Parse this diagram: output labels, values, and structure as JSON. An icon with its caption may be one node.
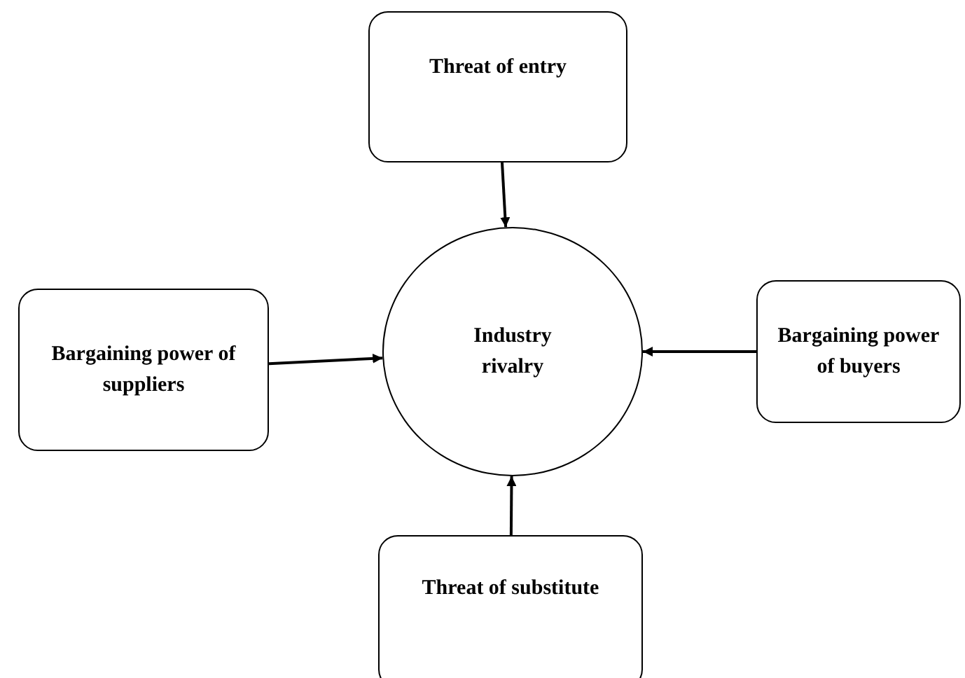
{
  "diagram": {
    "nodes": [
      {
        "text": [
          "Threat of entry"
        ]
      },
      {
        "text": [
          "Bargaining power of suppliers"
        ]
      },
      {
        "text": [
          "Industry rivalry"
        ]
      },
      {
        "text": [
          "Bargaining power of buyers"
        ]
      },
      {
        "text": [
          "Threat of substitute"
        ]
      }
    ],
    "edges": [
      {
        "from": 0,
        "to": 2,
        "arrow": "to"
      },
      {
        "from": 1,
        "to": 2,
        "arrow": "to"
      },
      {
        "from": 3,
        "to": 2,
        "arrow": "to"
      },
      {
        "from": 4,
        "to": 2,
        "arrow": "to"
      }
    ]
  }
}
